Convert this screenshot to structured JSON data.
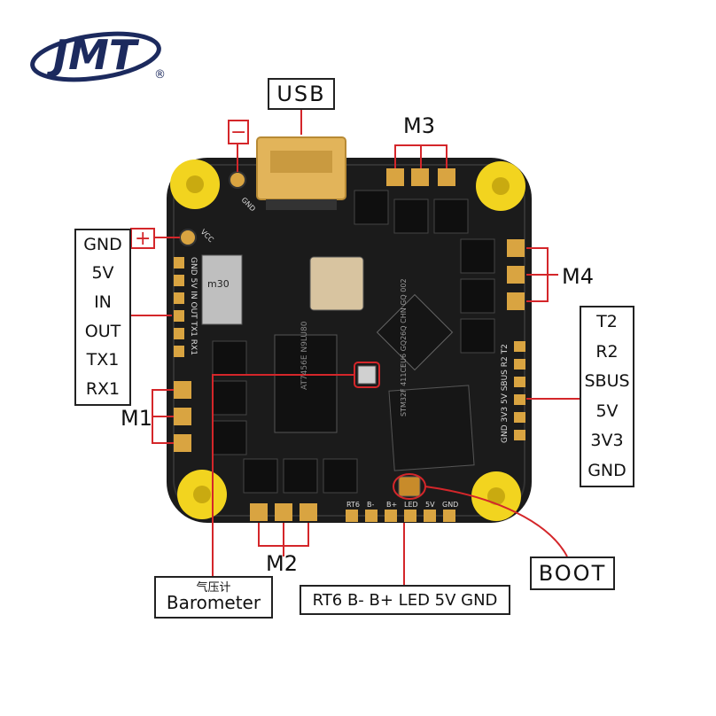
{
  "logo": {
    "text": "JMT",
    "mark": "®"
  },
  "board": {
    "connectors": {
      "usb": "USB",
      "minus": "−",
      "plus": "+",
      "boot": "BOOT",
      "motors": [
        "M1",
        "M2",
        "M3",
        "M4"
      ]
    },
    "silkscreen": {
      "gnd": "GND",
      "vcc": "VCC",
      "left_pins": "GND 5V IN OUT TX1 RX1",
      "right_pins": "GND 3V3 5V SBUS R2 T2",
      "bottom_pins": [
        "RT6",
        "B-",
        "B+",
        "LED",
        "5V",
        "GND"
      ],
      "inductor": "m30",
      "mcu": "STM32F\n411CEU6\nGQ26Q\nCHN GQ 002",
      "chip": "AT7456E\nN9LU80"
    }
  },
  "callouts": {
    "left_pads": [
      "GND",
      "5V",
      "IN",
      "OUT",
      "TX1",
      "RX1"
    ],
    "right_pads": [
      "T2",
      "R2",
      "SBUS",
      "5V",
      "3V3",
      "GND"
    ],
    "barometer_cn": "气压计",
    "barometer": "Barometer",
    "bottom_pads": "RT6 B- B+ LED 5V GND"
  },
  "colors": {
    "pcb": "#1b1b1b",
    "pad": "#d9a441",
    "standoff": "#f2d41f",
    "callout_red": "#d4262a",
    "logo_navy": "#1c2a5e"
  }
}
